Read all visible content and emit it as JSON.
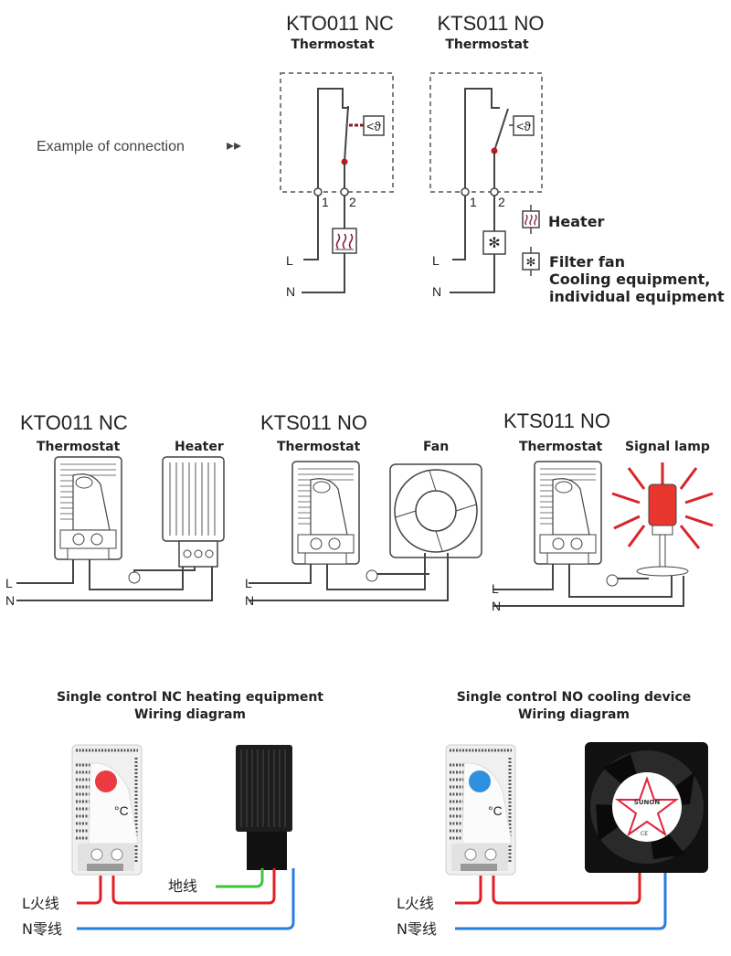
{
  "section1": {
    "example_label": "Example of connection",
    "arrow": "▸▸",
    "nc": {
      "model": "KTO011 NC",
      "sub": "Thermostat",
      "terminal_1": "1",
      "terminal_2": "2",
      "line_l": "L",
      "line_n": "N",
      "sensor": "<ϑ"
    },
    "no": {
      "model": "KTS011 NO",
      "sub": "Thermostat",
      "terminal_1": "1",
      "terminal_2": "2",
      "line_l": "L",
      "line_n": "N",
      "sensor": "<ϑ"
    },
    "legend": {
      "heater": "Heater",
      "fan_1": "Filter fan",
      "fan_2": "Cooling equipment,",
      "fan_3": "individual equipment"
    }
  },
  "section2": {
    "groups": [
      {
        "model": "KTO011 NC",
        "sub": "Thermostat",
        "device": "Heater",
        "line_l": "L",
        "line_n": "N"
      },
      {
        "model": "KTS011 NO",
        "sub": "Thermostat",
        "device": "Fan",
        "line_l": "L",
        "line_n": "N"
      },
      {
        "model": "KTS011 NO",
        "sub": "Thermostat",
        "device": "Signal lamp",
        "line_l": "L",
        "line_n": "N"
      }
    ]
  },
  "section3": {
    "left": {
      "title_1": "Single control NC heating equipment",
      "title_2": "Wiring diagram",
      "live": "L火线",
      "neutral": "N零线",
      "ground": "地线",
      "knob_unit": "°C"
    },
    "right": {
      "title_1": "Single control NO cooling device",
      "title_2": "Wiring diagram",
      "live": "L火线",
      "neutral": "N零线",
      "knob_unit": "°C",
      "fan_brand": "SUNON",
      "fan_mark": "CE"
    }
  },
  "colors": {
    "live": "#e31e24",
    "neutral": "#2a7de1",
    "ground": "#3cc43c",
    "nc_knob": "#ec3a42",
    "no_knob": "#2f8fe0",
    "contact_dot": "#d0141b",
    "heater_coil": "#8b1a3c"
  }
}
